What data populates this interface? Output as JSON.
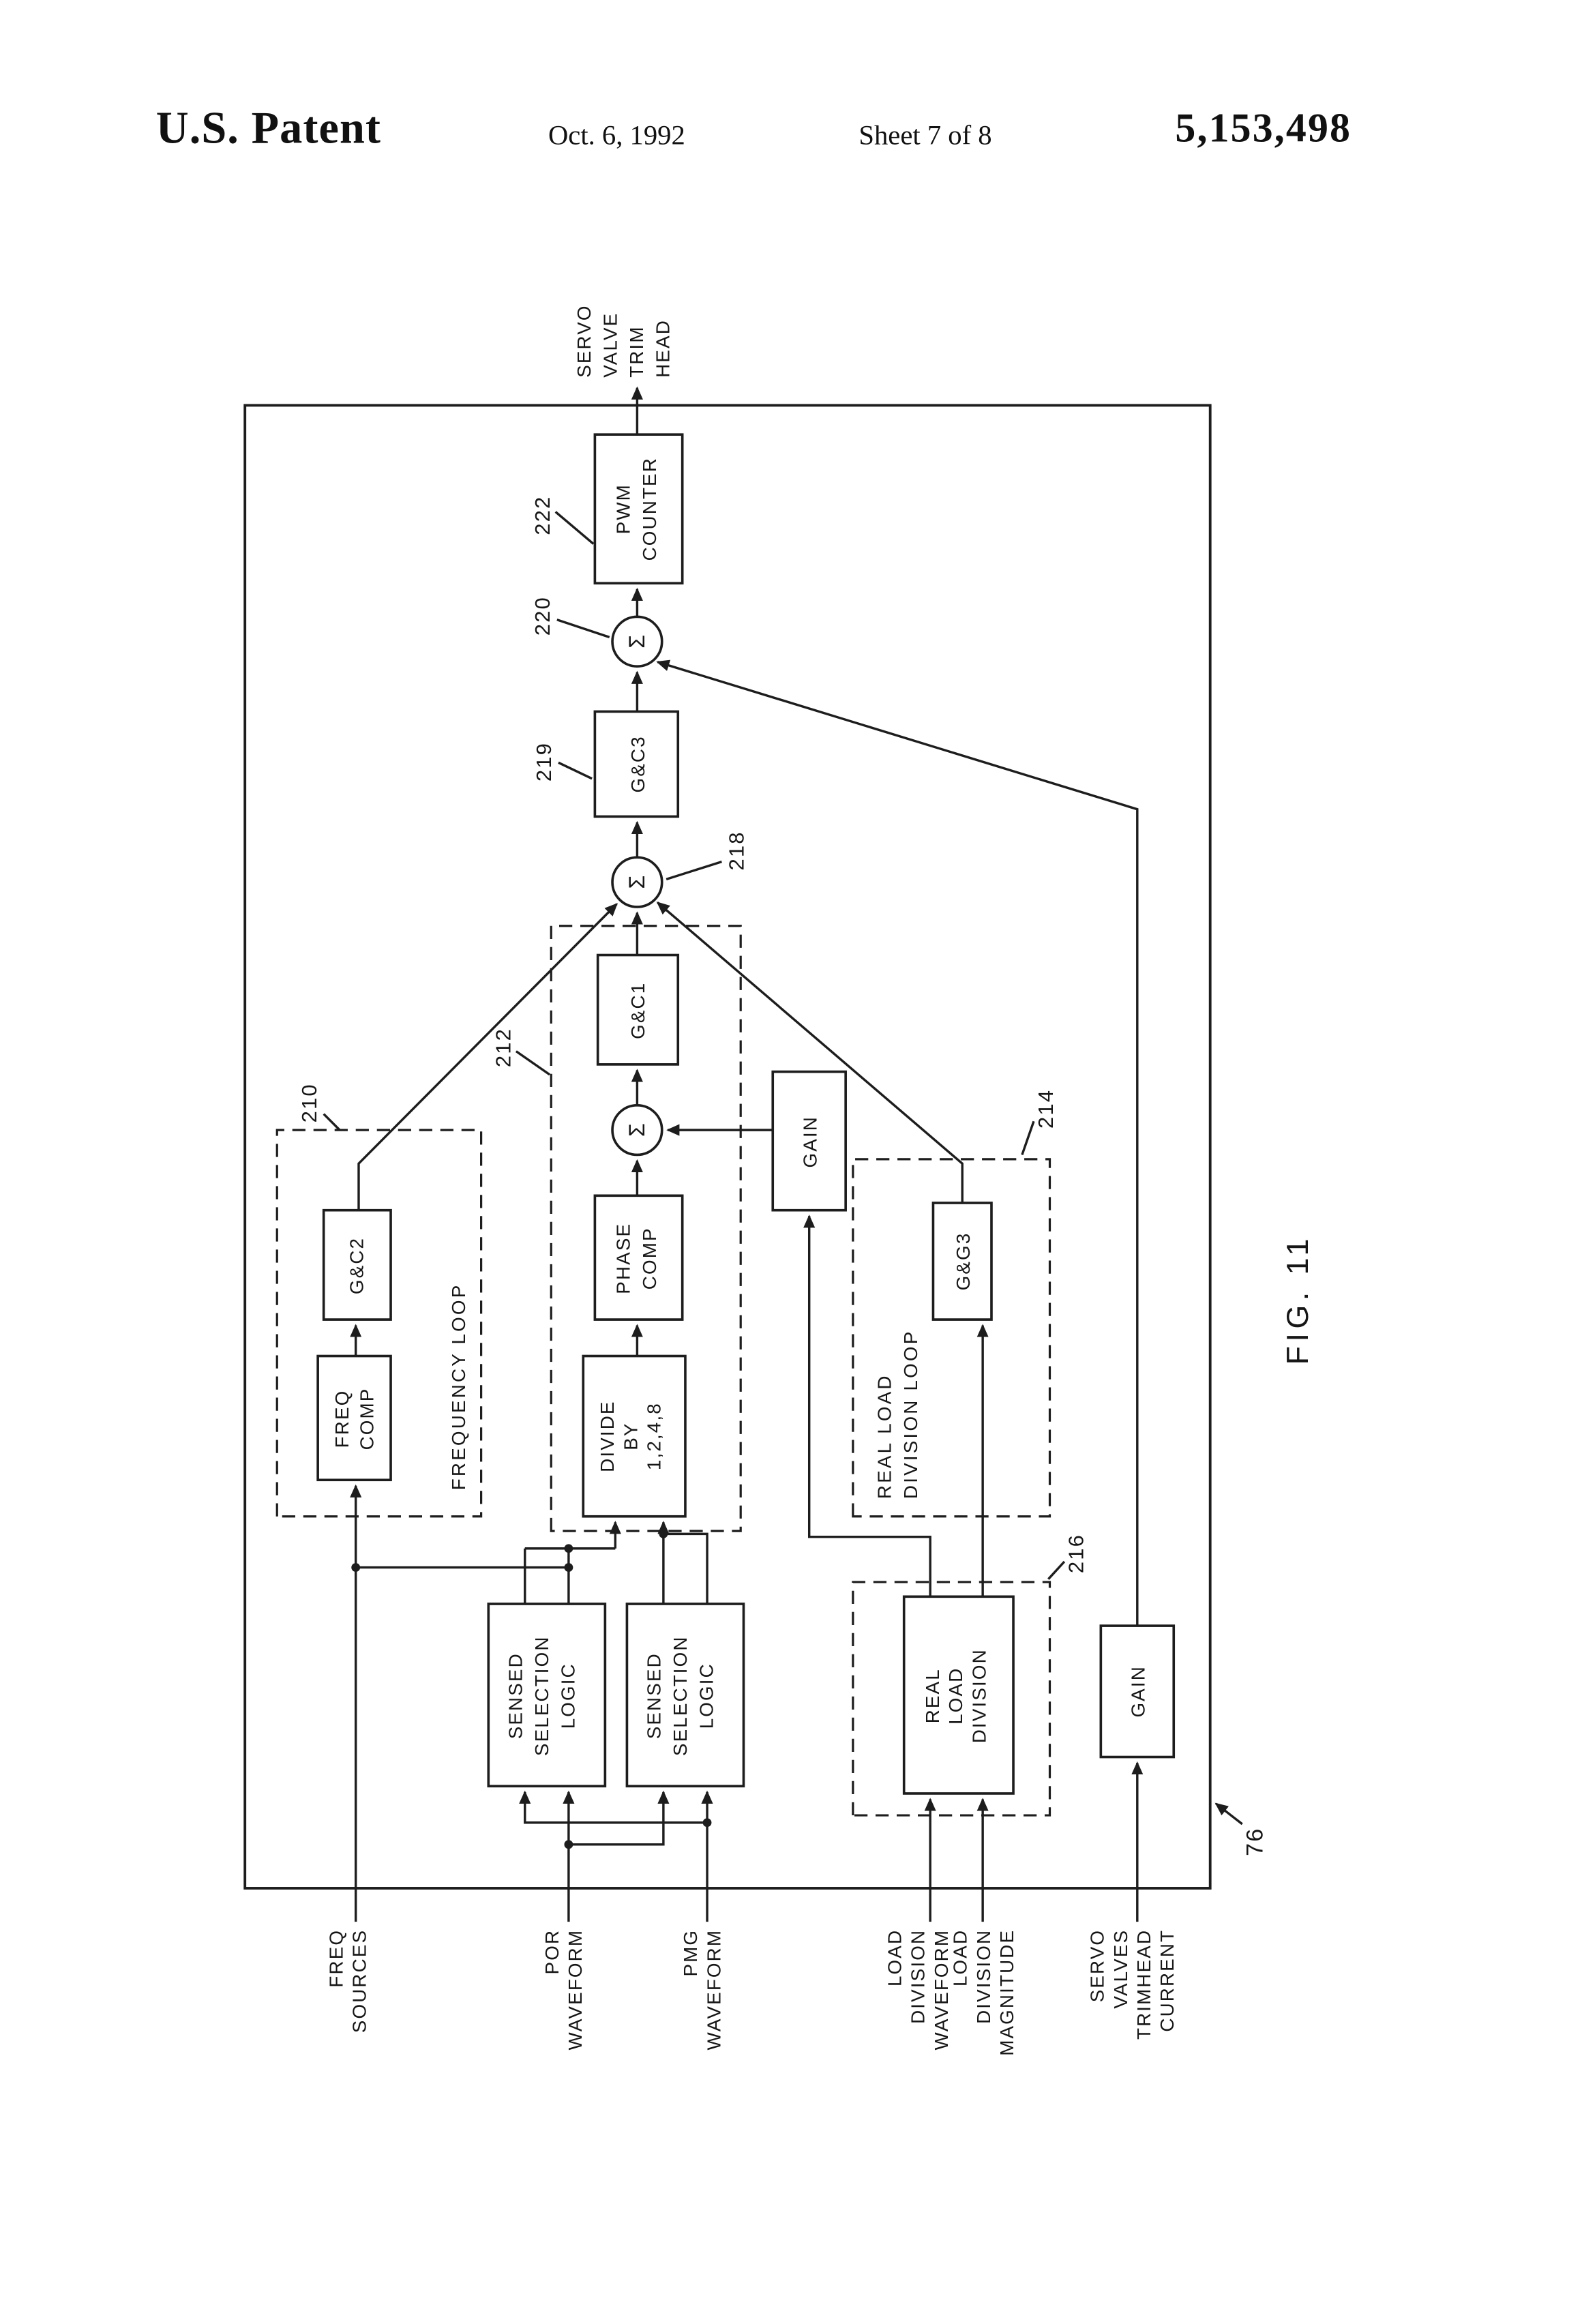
{
  "header": {
    "title": "U.S. Patent",
    "date": "Oct. 6, 1992",
    "sheet": "Sheet 7 of 8",
    "patent_number": "5,153,498"
  },
  "figure": {
    "fig_label": "FIG. 11",
    "system_ref": "76",
    "sigma": "Σ",
    "output": {
      "lines": [
        "SERVO",
        "VALVE",
        "TRIM",
        "HEAD"
      ]
    },
    "inputs": {
      "freq_sources": {
        "lines": [
          "FREQ",
          "SOURCES"
        ]
      },
      "por_waveform": {
        "lines": [
          "POR",
          "WAVEFORM"
        ]
      },
      "pmg_waveform": {
        "lines": [
          "PMG",
          "WAVEFORM"
        ]
      },
      "load_division_waveform": {
        "lines": [
          "LOAD",
          "DIVISION",
          "WAVEFORM"
        ]
      },
      "load_division_magnitude": {
        "lines": [
          "LOAD",
          "DIVISION",
          "MAGNITUDE"
        ]
      },
      "servo_valves_trimhead_current": {
        "lines": [
          "SERVO",
          "VALVES",
          "TRIMHEAD",
          "CURRENT"
        ]
      }
    },
    "blocks": {
      "pwm_counter": {
        "lines": [
          "PWM",
          "COUNTER"
        ],
        "ref": "222"
      },
      "sum_220": {
        "ref": "220"
      },
      "gc3": {
        "label": "G&C3",
        "ref": "219"
      },
      "sum_218": {
        "ref": "218"
      },
      "gc1": {
        "label": "G&C1"
      },
      "phase_comp": {
        "lines": [
          "PHASE",
          "COMP"
        ]
      },
      "divide_by": {
        "lines": [
          "DIVIDE",
          "BY",
          "1,2,4,8"
        ]
      },
      "freq_comp": {
        "lines": [
          "FREQ",
          "COMP"
        ]
      },
      "gc2": {
        "label": "G&C2"
      },
      "gain_upper": {
        "label": "GAIN"
      },
      "gg3": {
        "label": "G&G3"
      },
      "gain_lower": {
        "label": "GAIN"
      },
      "sensed_selection_logic_1": {
        "lines": [
          "SENSED",
          "SELECTION",
          "LOGIC"
        ]
      },
      "sensed_selection_logic_2": {
        "lines": [
          "SENSED",
          "SELECTION",
          "LOGIC"
        ]
      },
      "real_load_division": {
        "lines": [
          "REAL",
          "LOAD",
          "DIVISION"
        ],
        "ref": "216"
      }
    },
    "loops": {
      "frequency_loop": {
        "label": "FREQUENCY LOOP",
        "ref": "210"
      },
      "phase_loop": {
        "ref": "212"
      },
      "real_load_division_loop": {
        "lines": [
          "REAL LOAD",
          "DIVISION LOOP"
        ],
        "ref": "214"
      }
    }
  }
}
